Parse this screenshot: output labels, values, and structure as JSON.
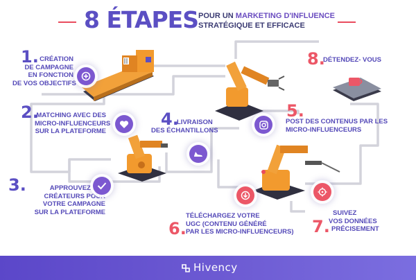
{
  "header": {
    "title": "8 ÉTAPES",
    "subtitle_line1_prefix": "POUR UN ",
    "subtitle_line1_highlight": "MARKETING D'INFLUENCE",
    "subtitle_line2": "STRATÉGIQUE ET EFFICACE"
  },
  "steps": [
    {
      "number": "1.",
      "lines": [
        "CRÉATION",
        "DE CAMPAGNE",
        "EN FONCTION",
        "DE VOS OBJECTIFS"
      ],
      "icon": "target-icon"
    },
    {
      "number": "2.",
      "lines": [
        "MATCHING AVEC DES",
        "MICRO-INFLUENCEURS",
        "SUR LA PLATEFORME"
      ],
      "icon": "heart-icon"
    },
    {
      "number": "3.",
      "lines": [
        "APPROUVEZ LES",
        "CRÉATEURS POUR",
        "VOTRE CAMPAGNE",
        "SUR LA PLATEFORME"
      ],
      "icon": "check-icon"
    },
    {
      "number": "4.",
      "lines": [
        "LIVRAISON",
        "DES ÉCHANTILLONS"
      ],
      "icon": "shoe-icon"
    },
    {
      "number": "5.",
      "lines": [
        "POST DES CONTENUS PAR LES",
        "MICRO-INFLUENCEURS"
      ],
      "icon": "instagram-icon"
    },
    {
      "number": "6.",
      "lines": [
        "TÉLÉCHARGEZ VOTRE",
        "UGC (CONTENU GÉNÉRÉ",
        "PAR LES MICRO-INFLUENCEURS)"
      ],
      "icon": "download-icon"
    },
    {
      "number": "7.",
      "lines": [
        "SUIVEZ",
        "VOS DONNÉES",
        "PRÉCISEMENT"
      ],
      "icon": "crosshair-icon"
    },
    {
      "number": "8.",
      "lines": [
        "DÉTENDEZ- VOUS"
      ],
      "icon": "coffee-icon"
    }
  ],
  "footer": {
    "brand": "Hivency"
  },
  "colors": {
    "purple": "#5b4fc3",
    "red": "#ec5767",
    "orange": "#f29a2e",
    "path": "#cfcfd8"
  }
}
